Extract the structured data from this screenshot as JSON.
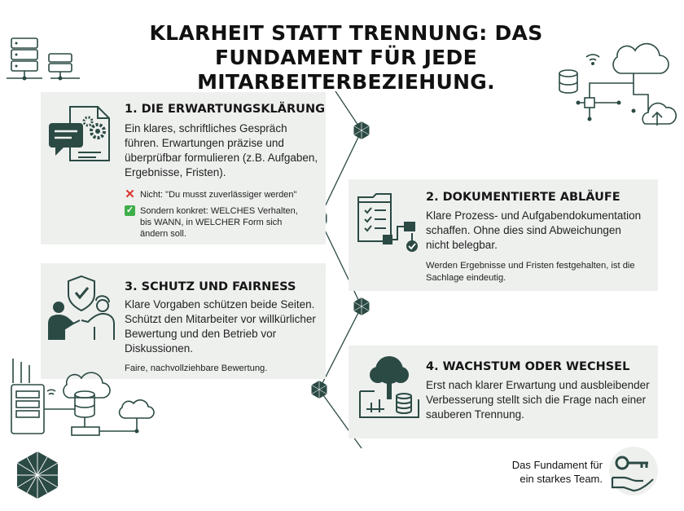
{
  "title": "KLARHEIT STATT TRENNUNG: DAS FUNDAMENT FÜR JEDE MITARBEITERBEZIEHUNG.",
  "colors": {
    "dark_teal": "#2b4a44",
    "card_bg": "#eef0ee",
    "red_x": "#d9342b",
    "green_check": "#3fae49"
  },
  "steps": [
    {
      "title": "1. DIE ERWARTUNGSKLÄRUNG",
      "body": "Ein klares, schriftliches Gespräch führen. Erwartungen präzise und überprüfbar formulieren (z.B. Aufgaben, Ergebnisse, Fristen).",
      "icon": "document-gears-chat-icon",
      "dont": "Nicht: \"Du musst zuverlässiger werden\"",
      "do": "Sondern konkret: WELCHES Verhalten, bis WANN, in WELCHER Form sich ändern soll."
    },
    {
      "title": "2. DOKUMENTIERTE ABLÄUFE",
      "body": "Klare Prozess- und Aufgabendokumentation schaffen. Ohne dies sind Abweichungen nicht belegbar.",
      "note": "Werden Ergebnisse und Fristen festgehalten, ist die Sachlage eindeutig.",
      "icon": "checklist-flow-icon"
    },
    {
      "title": "3. SCHUTZ UND FAIRNESS",
      "body": "Klare Vorgaben schützen beide Seiten. Schützt den Mitarbeiter vor willkürlicher Bewertung und den Betrieb vor Diskussionen.",
      "note": "Faire, nachvollziehbare Bewertung.",
      "icon": "shield-handshake-icon"
    },
    {
      "title": "4. WACHSTUM ODER WECHSEL",
      "body": "Erst nach klarer Erwartung und ausbleibender Verbesserung stellt sich die Frage nach einer sauberen Trennung.",
      "icon": "tree-growth-icon"
    }
  ],
  "footer": {
    "line1": "Das Fundament für",
    "line2": "ein starkes Team.",
    "icon": "key-hand-icon"
  }
}
